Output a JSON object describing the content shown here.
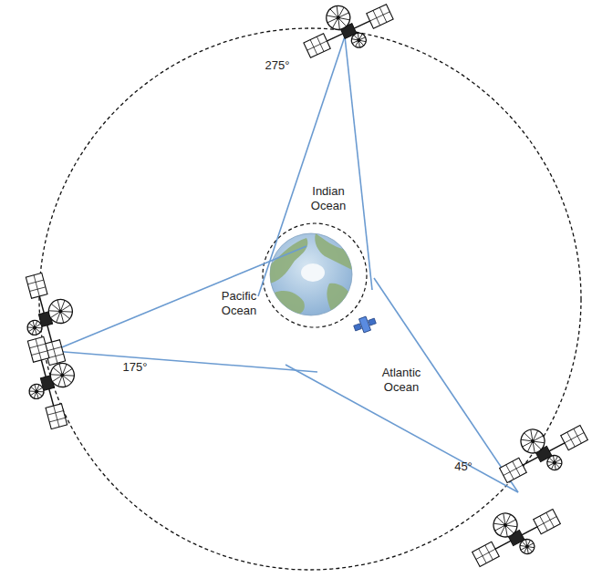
{
  "diagram": {
    "labels": [
      "275°",
      "Indian Ocean",
      "Pacific Ocean",
      "175°",
      "Atlantic Ocean",
      "45°"
    ]
  }
}
